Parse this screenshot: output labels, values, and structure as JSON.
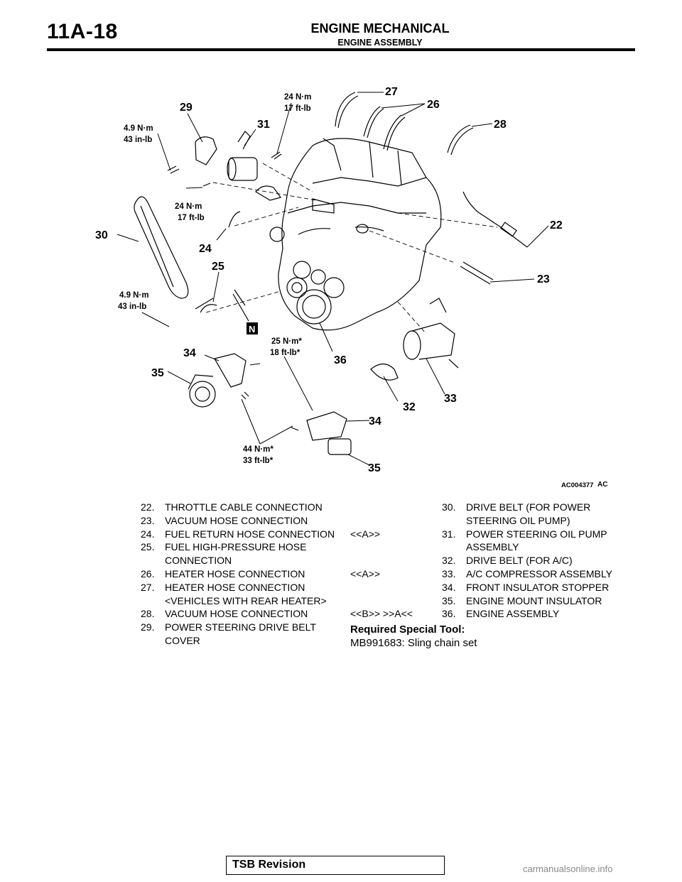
{
  "header": {
    "page_number": "11A-18",
    "title": "ENGINE MECHANICAL",
    "subtitle": "ENGINE ASSEMBLY"
  },
  "diagram": {
    "callouts": [
      "22",
      "23",
      "24",
      "25",
      "26",
      "27",
      "28",
      "29",
      "30",
      "31",
      "32",
      "33",
      "34",
      "35",
      "36",
      "34",
      "35"
    ],
    "torques": {
      "t1a": "24 N·m",
      "t1b": "17 ft-lb",
      "t2a": "4.9 N·m",
      "t2b": "43 in-lb",
      "t3a": "24 N·m",
      "t3b": "17 ft-lb",
      "t4a": "4.9 N·m",
      "t4b": "43 in-lb",
      "t5a": "25 N·m*",
      "t5b": "18 ft-lb*",
      "t6a": "44 N·m*",
      "t6b": "33 ft-lb*"
    },
    "n_mark": "N",
    "figure_id": "AC004377",
    "figure_suffix": "AC"
  },
  "parts_left": [
    {
      "num": "22.",
      "text": "THROTTLE CABLE CONNECTION"
    },
    {
      "num": "23.",
      "text": "VACUUM HOSE CONNECTION"
    },
    {
      "num": "24.",
      "text": "FUEL RETURN HOSE CONNECTION"
    },
    {
      "num": "25.",
      "text": "FUEL HIGH-PRESSURE HOSE CONNECTION"
    },
    {
      "num": "26.",
      "text": "HEATER HOSE CONNECTION"
    },
    {
      "num": "27.",
      "text": "HEATER HOSE CONNECTION <VEHICLES WITH REAR HEATER>"
    },
    {
      "num": "28.",
      "text": "VACUUM HOSE CONNECTION"
    },
    {
      "num": "29.",
      "text": "POWER STEERING DRIVE BELT COVER"
    }
  ],
  "parts_right": [
    {
      "tag": "",
      "num": "30.",
      "text": "DRIVE BELT (FOR POWER STEERING OIL PUMP)"
    },
    {
      "tag": "<<A>>",
      "num": "31.",
      "text": "POWER STEERING OIL PUMP ASSEMBLY"
    },
    {
      "tag": "",
      "num": "32.",
      "text": "DRIVE BELT (FOR A/C)"
    },
    {
      "tag": "<<A>>",
      "num": "33.",
      "text": "A/C COMPRESSOR ASSEMBLY"
    },
    {
      "tag": "",
      "num": "34.",
      "text": "FRONT INSULATOR STOPPER"
    },
    {
      "tag": "",
      "num": "35.",
      "text": "ENGINE MOUNT INSULATOR"
    },
    {
      "tag": "<<B>>    >>A<<",
      "num": "36.",
      "text": "ENGINE ASSEMBLY"
    }
  ],
  "special_tool": {
    "heading": "Required Special Tool:",
    "tool": "MB991683: Sling chain set"
  },
  "footer": {
    "label": "TSB Revision",
    "watermark": "carmanualsonline.info"
  }
}
